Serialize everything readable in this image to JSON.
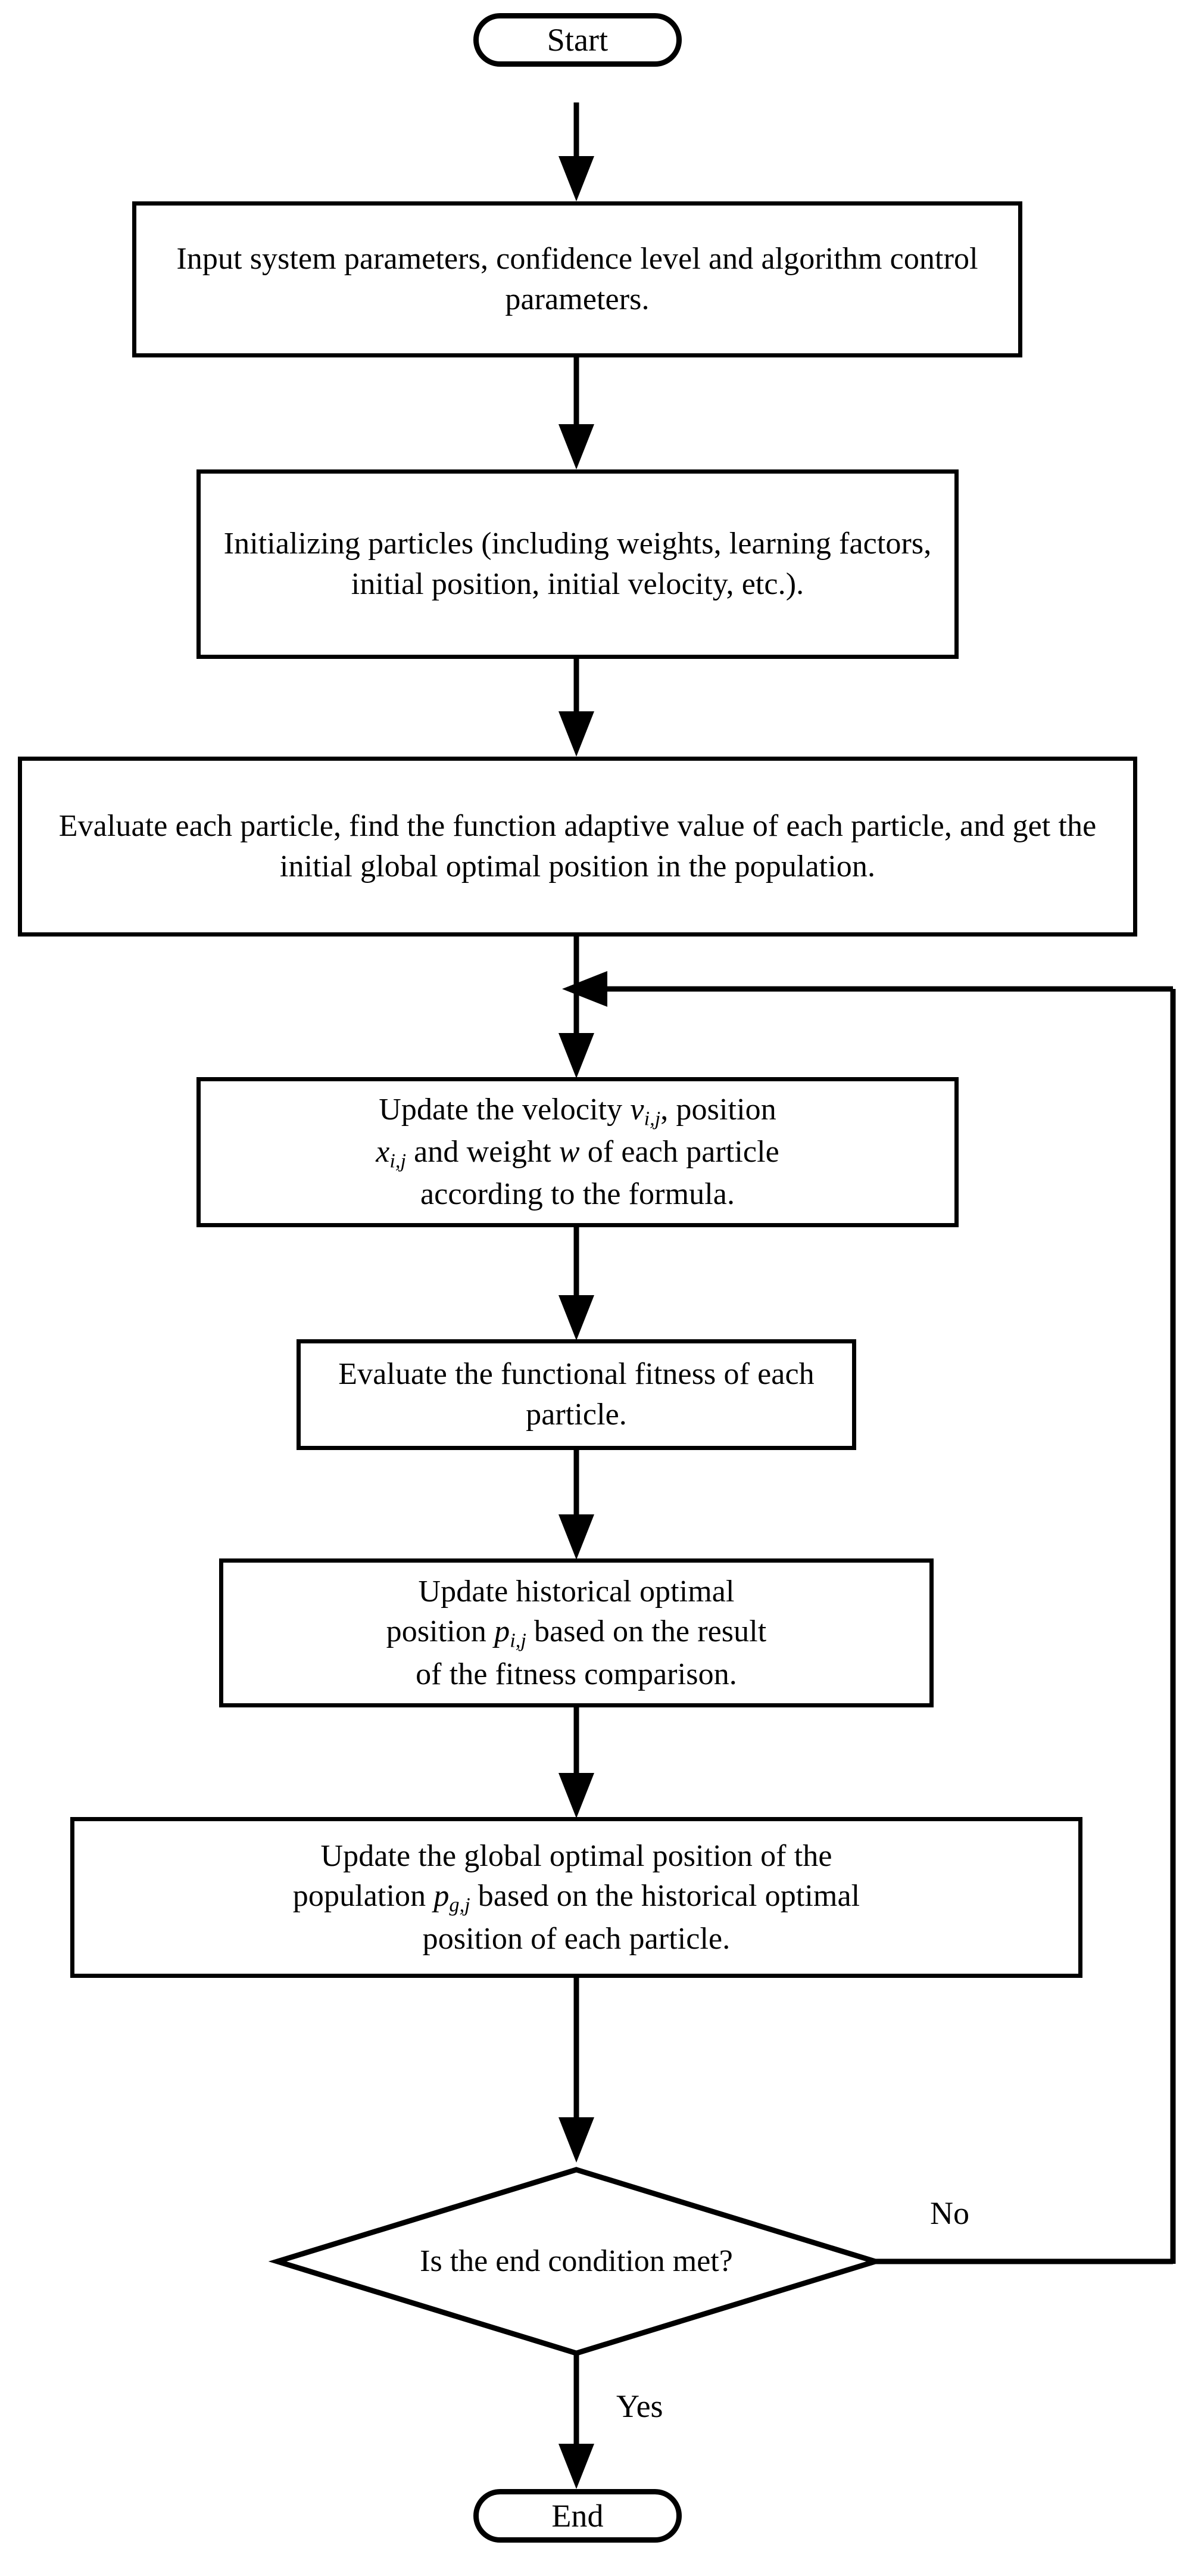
{
  "diagram": {
    "title": "Particle Swarm Optimization algorithm flowchart",
    "type": "flowchart",
    "background_color": "#ffffff",
    "line_color": "#000000",
    "text_color": "#000000"
  },
  "nodes": {
    "start": {
      "shape": "terminator",
      "label": "Start"
    },
    "input_params": {
      "shape": "process",
      "label": "Input system parameters, confidence level and algorithm control parameters."
    },
    "initialize": {
      "shape": "process",
      "label": "Initializing particles (including weights, learning factors, initial position, initial velocity, etc.)."
    },
    "evaluate_initial": {
      "shape": "process",
      "label": "Evaluate each particle, find the function adaptive value of each particle, and get the initial global optimal position in the population."
    },
    "update_velocity": {
      "shape": "process",
      "line1_pre": "Update the velocity ",
      "var1": "v",
      "var1_sub": "i,j",
      "line1_post": ", position",
      "line2_var": "x",
      "line2_var_sub": "i,j",
      "line2_mid": " and weight ",
      "line2_var2": "w",
      "line2_post": " of each particle",
      "line3": "according to the formula."
    },
    "evaluate_fitness": {
      "shape": "process",
      "label": "Evaluate the functional fitness of each particle."
    },
    "update_personal_best": {
      "shape": "process",
      "line1": "Update historical optimal",
      "line2_pre": "position ",
      "var": "p",
      "var_sub": "i,j",
      "line2_post": " based on the result",
      "line3": "of the fitness comparison."
    },
    "update_global_best": {
      "shape": "process",
      "line1": "Update the global optimal position of the",
      "line2_pre": "population ",
      "var": "p",
      "var_sub": "g,j",
      "line2_post": " based on the historical optimal",
      "line3": "position of each particle."
    },
    "decision": {
      "shape": "diamond",
      "label": "Is the end condition met?"
    },
    "end": {
      "shape": "terminator",
      "label": "End"
    }
  },
  "edge_labels": {
    "no": "No",
    "yes": "Yes"
  }
}
